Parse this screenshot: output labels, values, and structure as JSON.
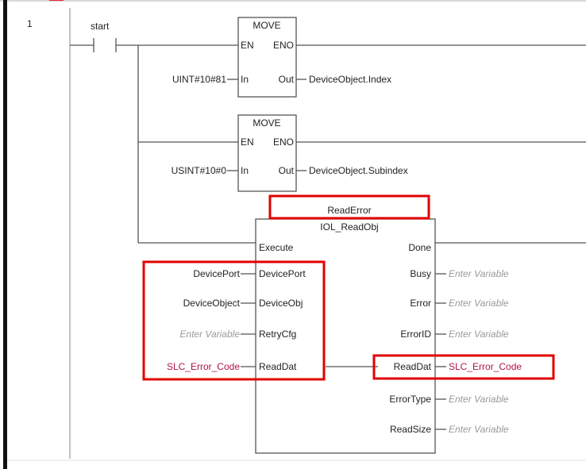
{
  "rung": {
    "number": "1"
  },
  "contact": {
    "name": "start"
  },
  "move1": {
    "title": "MOVE",
    "en": "EN",
    "eno": "ENO",
    "in": "In",
    "out": "Out",
    "in_value": "UINT#10#81",
    "out_var": "DeviceObject.Index"
  },
  "move2": {
    "title": "MOVE",
    "en": "EN",
    "eno": "ENO",
    "in": "In",
    "out": "Out",
    "in_value": "USINT#10#0",
    "out_var": "DeviceObject.Subindex"
  },
  "readobj": {
    "instance": "ReadError",
    "type": "IOL_ReadObj",
    "inputs": [
      {
        "pin": "Execute",
        "arg": ""
      },
      {
        "pin": "DevicePort",
        "arg": "DevicePort"
      },
      {
        "pin": "DeviceObj",
        "arg": "DeviceObject"
      },
      {
        "pin": "RetryCfg",
        "arg": "Enter Variable"
      },
      {
        "pin": "ReadDat",
        "arg": "SLC_Error_Code"
      }
    ],
    "outputs": [
      {
        "pin": "Done",
        "arg": ""
      },
      {
        "pin": "Busy",
        "arg": "Enter Variable"
      },
      {
        "pin": "Error",
        "arg": "Enter Variable"
      },
      {
        "pin": "ErrorID",
        "arg": "Enter Variable"
      },
      {
        "pin": "ReadDat",
        "arg": "SLC_Error_Code"
      },
      {
        "pin": "ErrorType",
        "arg": "Enter Variable"
      },
      {
        "pin": "ReadSize",
        "arg": "Enter Variable"
      }
    ]
  },
  "colors": {
    "highlight": "#e00000",
    "placeholder_text": "#9a9a9a",
    "variable_red": "#b0134a",
    "wire": "#555555"
  }
}
